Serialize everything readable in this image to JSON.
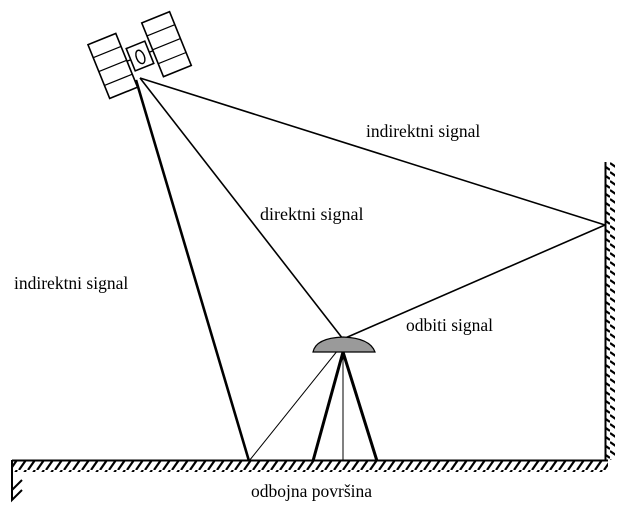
{
  "labels": {
    "indirect_top": "indirektni signal",
    "direct": "direktni signal",
    "indirect_left": "indirektni signal",
    "reflected": "odbiti signal",
    "surface": "odbojna površina"
  },
  "colors": {
    "ink": "#000000",
    "receiver_fill": "#9a9a9a",
    "background": "#ffffff"
  },
  "icons": {
    "satellite": "satellite-icon",
    "receiver": "gps-receiver-icon",
    "wall": "hatched-wall",
    "ground": "hatched-ground"
  }
}
